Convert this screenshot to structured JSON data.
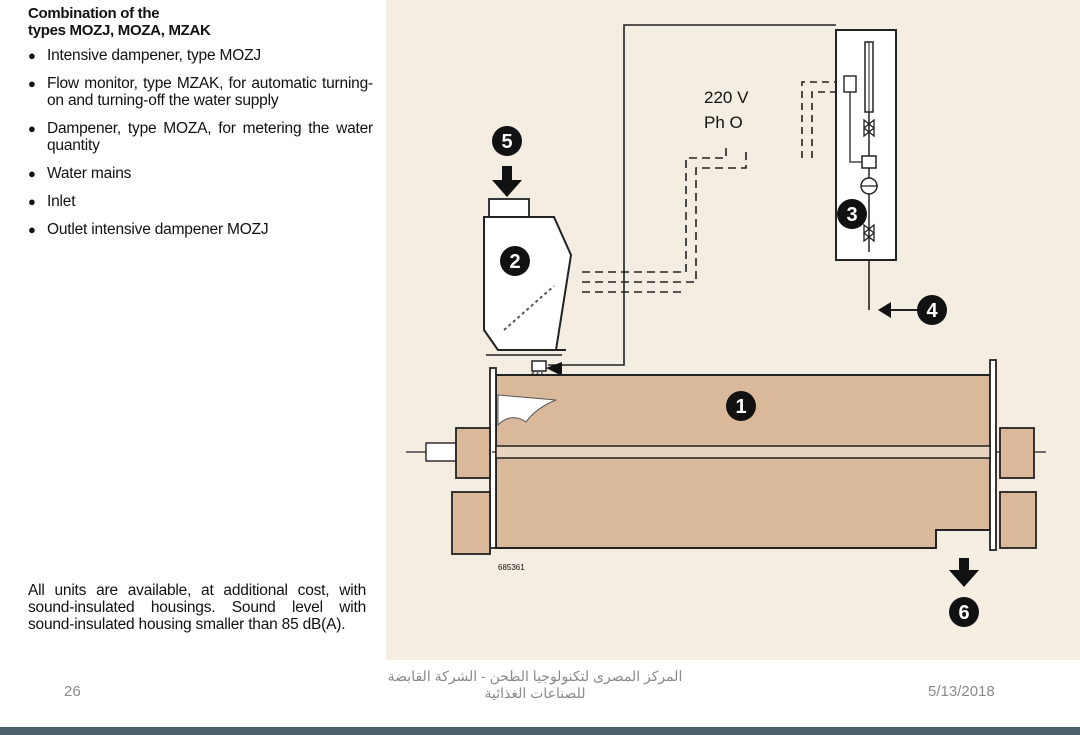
{
  "heading": {
    "line1": "Combination of the",
    "line2": "types MOZJ, MOZA, MZAK"
  },
  "legend": [
    "Intensive dampener, type MOZJ",
    "Flow monitor, type MZAK, for automatic turning-on and turning-off the water supply",
    "Dampener, type MOZA, for metering the water quantity",
    "Water mains",
    "Inlet",
    "Outlet intensive dampener MOZJ"
  ],
  "note": "All units are available, at additional cost, with sound-insulated housings. Sound level with sound-insulated housing smaller than 85 dB(A).",
  "diagram": {
    "voltage": "220 V",
    "phase": "Ph O",
    "drawing_no": "685361",
    "callouts": [
      "1",
      "2",
      "3",
      "4",
      "5",
      "6"
    ]
  },
  "footer": {
    "page": "26",
    "org": "المركز المصرى لتكنولوجيا الطحن - الشركة القابضة للصناعات الغذائية",
    "date": "5/13/2018"
  },
  "colors": {
    "figure_bg": "#f4ede2",
    "machine_fill": "#d9b99a",
    "accent_bar": "#4c626b",
    "footer_text": "#8a8a8a"
  }
}
